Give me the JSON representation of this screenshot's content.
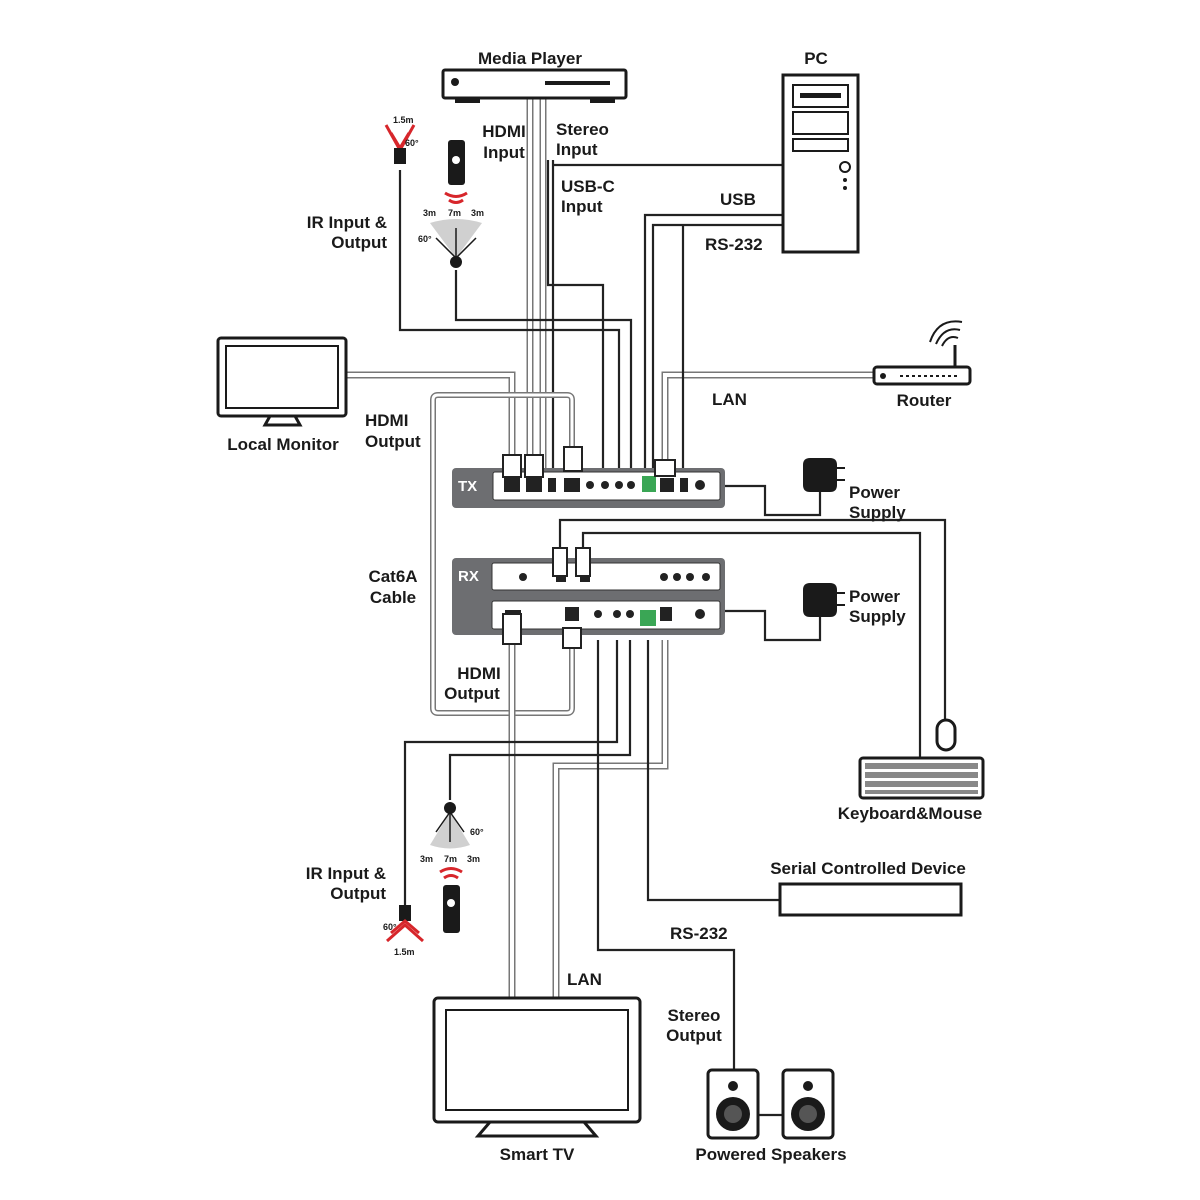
{
  "devices": {
    "media_player": "Media Player",
    "pc": "PC",
    "local_monitor": "Local Monitor",
    "router": "Router",
    "smart_tv": "Smart TV",
    "powered_speakers": "Powered Speakers",
    "keyboard_mouse": "Keyboard&Mouse",
    "serial_device": "Serial Controlled Device",
    "tx": "TX",
    "rx": "RX"
  },
  "labels": {
    "hdmi_input": [
      "HDMI",
      "Input"
    ],
    "stereo_input": [
      "Stereo",
      "Input"
    ],
    "usbc_input": [
      "USB-C",
      "Input"
    ],
    "usb": "USB",
    "rs232_top": "RS-232",
    "ir_top": [
      "IR Input &",
      "Output"
    ],
    "hdmi_output_top": [
      "HDMI",
      "Output"
    ],
    "lan_top": "LAN",
    "power_tx": [
      "Power",
      "Supply"
    ],
    "power_rx": [
      "Power",
      "Supply"
    ],
    "cat6a": [
      "Cat6A",
      "Cable"
    ],
    "hdmi_output_bottom": [
      "HDMI",
      "Output"
    ],
    "ir_bottom": [
      "IR Input &",
      "Output"
    ],
    "rs232_bottom": "RS-232",
    "lan_bottom": "LAN",
    "stereo_output": [
      "Stereo",
      "Output"
    ]
  },
  "ir_specs": {
    "top_receiver": {
      "distance": "1.5m",
      "angle": "60°"
    },
    "top_blaster": {
      "left": "3m",
      "center": "7m",
      "right": "3m",
      "angle": "60°"
    },
    "bottom_blaster": {
      "left": "3m",
      "center": "7m",
      "right": "3m",
      "angle": "60°"
    },
    "bottom_receiver": {
      "distance": "1.5m",
      "angle": "60°"
    }
  },
  "colors": {
    "unit": "#6d6e71",
    "ir_red": "#d7262b",
    "terminal_green": "#3aa655"
  }
}
